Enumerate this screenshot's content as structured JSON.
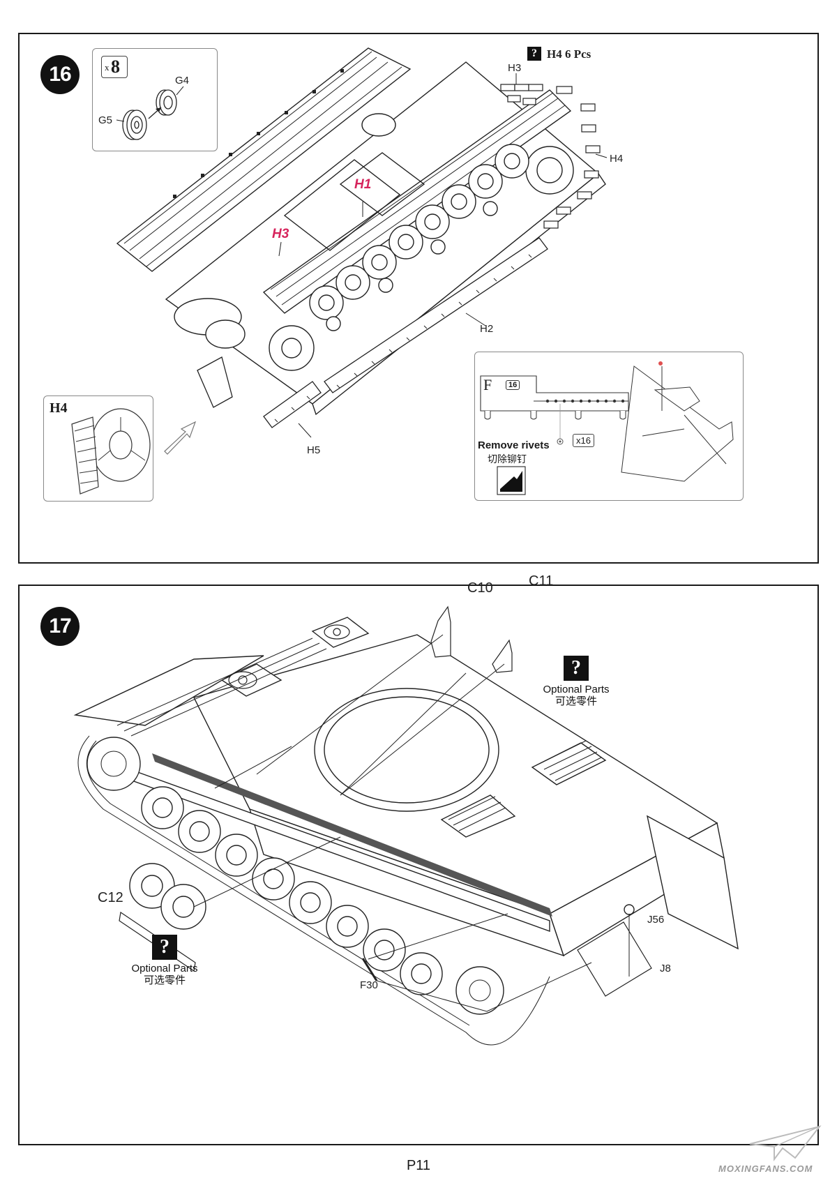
{
  "page_number": "P11",
  "step16": {
    "number": "16",
    "quantity": "x8",
    "quantity_prefix": "x",
    "quantity_value": "8",
    "callout_labels": {
      "g4": "G4",
      "g5": "G5"
    },
    "note_icon": "?",
    "note_text": "H4 6 Pcs",
    "labels": {
      "h1": "H1",
      "h2": "H2",
      "h3_red": "H3",
      "h3": "H3",
      "h4": "H4",
      "h5": "H5"
    },
    "inset_h4_title": "H4",
    "detail": {
      "sprue_letter": "F",
      "sprue_badge": "16",
      "count": "x16",
      "remove_rivets": "Remove rivets",
      "remove_rivets_cn": "切除铆钉"
    }
  },
  "step17": {
    "number": "17",
    "labels": {
      "c10": "C10",
      "c11": "C11",
      "c12": "C12",
      "j56": "J56",
      "j8": "J8",
      "f30": "F30"
    },
    "optional_icon": "?",
    "optional_top": {
      "en": "Optional Parts",
      "cn": "可选零件"
    },
    "optional_bottom": {
      "en": "Optional Parts",
      "cn": "可选零件"
    }
  },
  "watermark": "MOXINGFANS.COM",
  "colors": {
    "ink": "#1a1a1a",
    "red_label": "#d6245c",
    "cutter_red": "#e05050"
  }
}
